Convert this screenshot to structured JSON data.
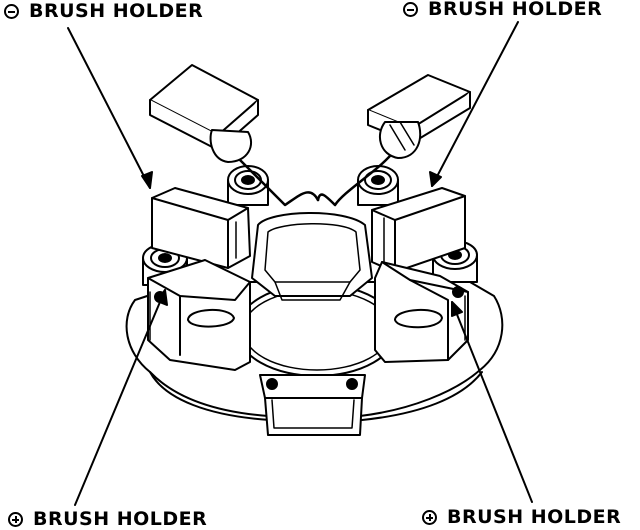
{
  "labels": {
    "top_left": "BRUSH HOLDER",
    "top_right": "BRUSH HOLDER",
    "bottom_left": "BRUSH HOLDER",
    "bottom_right": "BRUSH HOLDER"
  },
  "signs": {
    "top_left": "negative-sign-icon",
    "top_right": "negative-sign-icon",
    "bottom_left": "positive-sign-icon",
    "bottom_right": "positive-sign-icon"
  }
}
